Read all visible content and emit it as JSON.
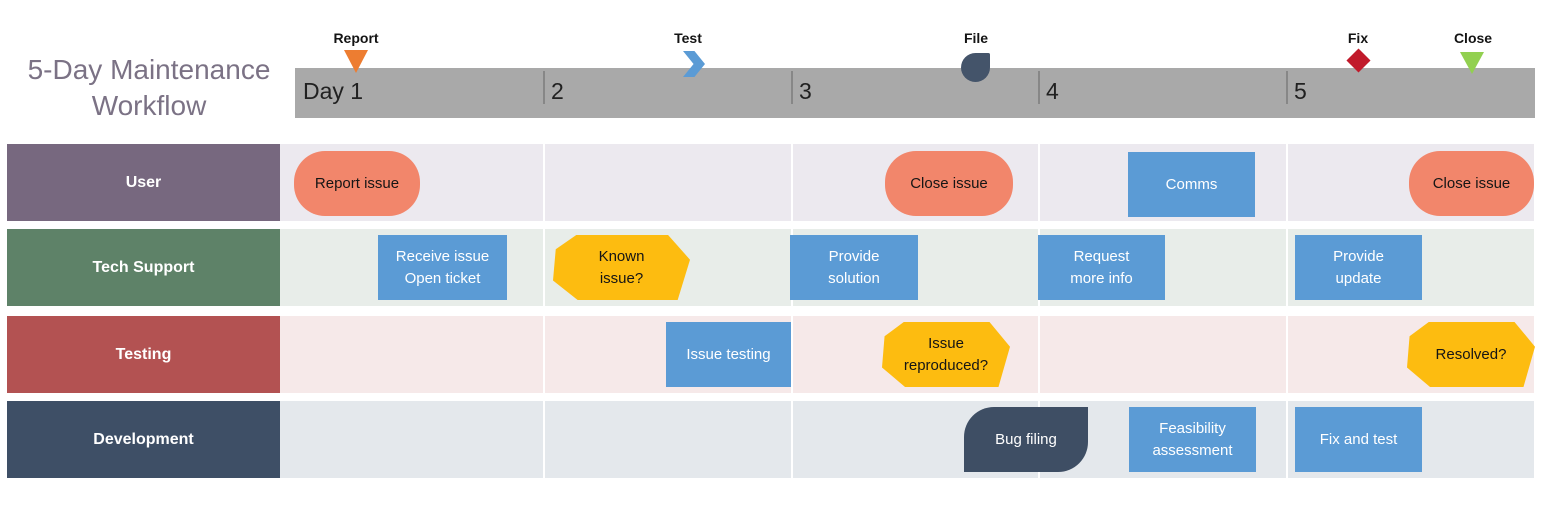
{
  "title": {
    "line1": "5-Day Maintenance",
    "line2": "Workflow"
  },
  "timeline": {
    "day_labels": [
      "Day 1",
      "2",
      "3",
      "4",
      "5"
    ]
  },
  "milestones": [
    {
      "label": "Report",
      "icon": "triangle-down-icon",
      "color": "#ED7D31"
    },
    {
      "label": "Test",
      "icon": "chevron-right-icon",
      "color": "#5B9BD5"
    },
    {
      "label": "File",
      "icon": "teardrop-icon",
      "color": "#44546A"
    },
    {
      "label": "Fix",
      "icon": "diamond-icon",
      "color": "#C11A2B"
    },
    {
      "label": "Close",
      "icon": "triangle-down-icon",
      "color": "#92D050"
    }
  ],
  "colors": {
    "timeline_bar": "#A9A9A9",
    "task_blue": "#5B9BD5",
    "task_salmon": "#F2866B",
    "task_amber": "#FDBC10",
    "task_dark_slate": "#3E4E64",
    "lane_user_header": "#77687F",
    "lane_tech_header": "#5E8268",
    "lane_testing_header": "#B35252",
    "lane_dev_header": "#3E4F66",
    "title_text": "#7B7285"
  },
  "lanes": [
    {
      "label": "User",
      "header_color": "#77687F",
      "body_color": "#ECE9EF",
      "tasks": [
        {
          "shape": "stadium",
          "lines": [
            "Report issue"
          ]
        },
        {
          "shape": "stadium",
          "lines": [
            "Close issue"
          ]
        },
        {
          "shape": "rect",
          "lines": [
            "Comms"
          ]
        },
        {
          "shape": "stadium",
          "lines": [
            "Close issue"
          ]
        }
      ]
    },
    {
      "label": "Tech Support",
      "header_color": "#5E8268",
      "body_color": "#E8EDE9",
      "tasks": [
        {
          "shape": "rect",
          "lines": [
            "Receive issue",
            "Open ticket"
          ]
        },
        {
          "shape": "hexagon",
          "lines": [
            "Known",
            "issue?"
          ]
        },
        {
          "shape": "rect",
          "lines": [
            "Provide",
            "solution"
          ]
        },
        {
          "shape": "rect",
          "lines": [
            "Request",
            "more info"
          ]
        },
        {
          "shape": "rect",
          "lines": [
            "Provide",
            "update"
          ]
        }
      ]
    },
    {
      "label": "Testing",
      "header_color": "#B35252",
      "body_color": "#F6E9E9",
      "tasks": [
        {
          "shape": "rect",
          "lines": [
            "Issue testing"
          ]
        },
        {
          "shape": "hexagon",
          "lines": [
            "Issue",
            "reproduced?"
          ]
        },
        {
          "shape": "hexagon",
          "lines": [
            "Resolved?"
          ]
        }
      ]
    },
    {
      "label": "Development",
      "header_color": "#3E4F66",
      "body_color": "#E4E8EC",
      "tasks": [
        {
          "shape": "plaque",
          "lines": [
            "Bug filing"
          ]
        },
        {
          "shape": "rect",
          "lines": [
            "Feasibility",
            "assessment"
          ]
        },
        {
          "shape": "rect",
          "lines": [
            "Fix and test"
          ]
        }
      ]
    }
  ]
}
